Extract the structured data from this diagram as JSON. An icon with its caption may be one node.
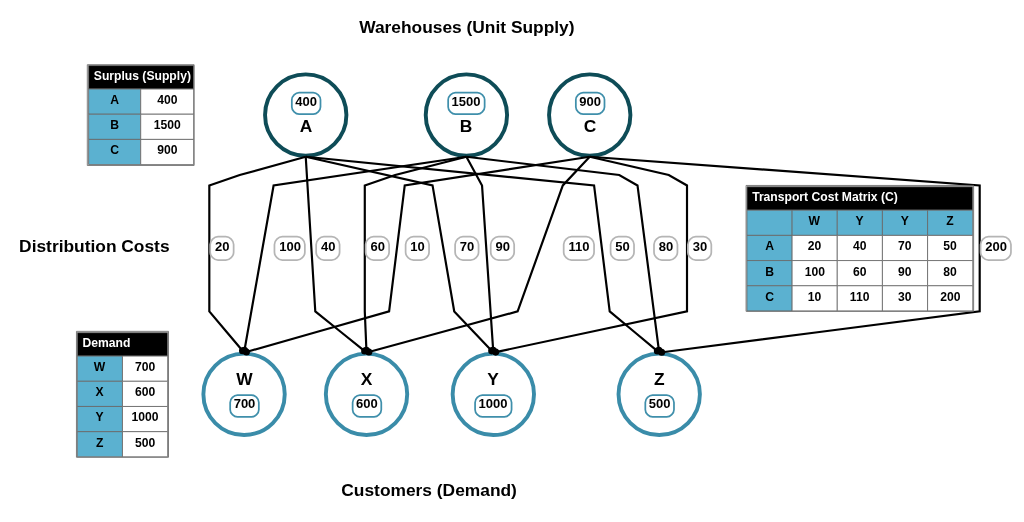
{
  "diagram": {
    "nodes": [
      {
        "text": [
          "400",
          "A"
        ]
      },
      {
        "text": [
          "1500",
          "B"
        ]
      },
      {
        "text": [
          "900",
          "C"
        ]
      },
      {
        "text": [
          "W",
          "700"
        ]
      },
      {
        "text": [
          "X",
          "600"
        ]
      },
      {
        "text": [
          "Y",
          "1000"
        ]
      },
      {
        "text": [
          "Z",
          "500"
        ]
      }
    ],
    "edges": [
      {
        "from": 0,
        "to": 3,
        "arrow": "other",
        "label": "20"
      },
      {
        "from": 0,
        "to": 4,
        "arrow": "other",
        "label": "40"
      },
      {
        "from": 0,
        "to": 5,
        "arrow": "other",
        "label": "70"
      },
      {
        "from": 0,
        "to": 6,
        "arrow": "other",
        "label": "50"
      },
      {
        "from": 1,
        "to": 3,
        "arrow": "other",
        "label": "100"
      },
      {
        "from": 1,
        "to": 4,
        "arrow": "other",
        "label": "60"
      },
      {
        "from": 1,
        "to": 5,
        "arrow": "other",
        "label": "90"
      },
      {
        "from": 1,
        "to": 6,
        "arrow": "other",
        "label": "80"
      },
      {
        "from": 2,
        "to": 3,
        "arrow": "other",
        "label": "10"
      },
      {
        "from": 2,
        "to": 4,
        "arrow": "other",
        "label": "110"
      },
      {
        "from": 2,
        "to": 5,
        "arrow": "other",
        "label": "30"
      },
      {
        "from": 2,
        "to": 6,
        "arrow": "other",
        "label": "200"
      }
    ],
    "labels": [
      "Warehouses (Unit Supply)",
      "Surplus (Supply)",
      "A",
      "400",
      "B",
      "1500",
      "C",
      "900",
      "Distribution Costs",
      "Transport Cost Matrix (C)",
      "W",
      "Y",
      "Y",
      "Z",
      "A",
      "20",
      "40",
      "70",
      "50",
      "B",
      "100",
      "60",
      "90",
      "80",
      "C",
      "10",
      "110",
      "30",
      "200",
      "Demand",
      "W",
      "700",
      "X",
      "600",
      "Y",
      "1000",
      "Z",
      "500",
      "Customers (Demand)"
    ]
  }
}
